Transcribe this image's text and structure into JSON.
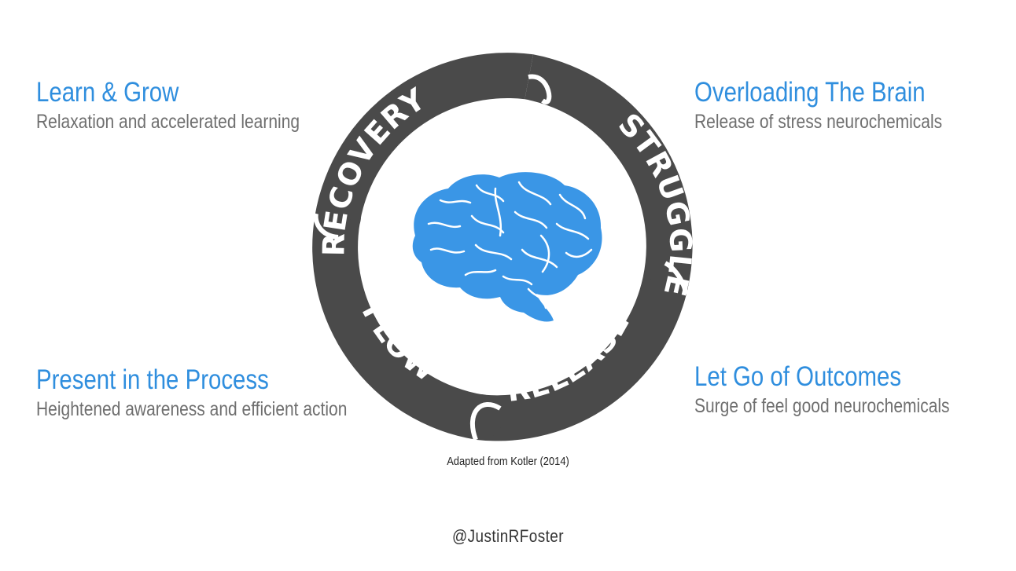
{
  "stages": {
    "recovery": "RECOVERY",
    "struggle": "STRUGGLE",
    "release": "RELEASE",
    "flow": "FLOW"
  },
  "blocks": {
    "top_left": {
      "heading": "Learn & Grow",
      "text": "Relaxation and accelerated learning"
    },
    "top_right": {
      "heading": "Overloading The Brain",
      "text": "Release of stress neurochemicals"
    },
    "bottom_left": {
      "heading": "Present in the Process",
      "text": "Heightened awareness and efficient action"
    },
    "bottom_right": {
      "heading": "Let Go of Outcomes",
      "text": "Surge of feel good neurochemicals"
    }
  },
  "credit": "Adapted from Kotler (2014)",
  "handle": "@JustinRFoster",
  "colors": {
    "ring": "#4a4a4a",
    "accent": "#2f8ede",
    "brain": "#3a96e6",
    "subtext": "#6f6f6f"
  },
  "icon": "brain-icon"
}
